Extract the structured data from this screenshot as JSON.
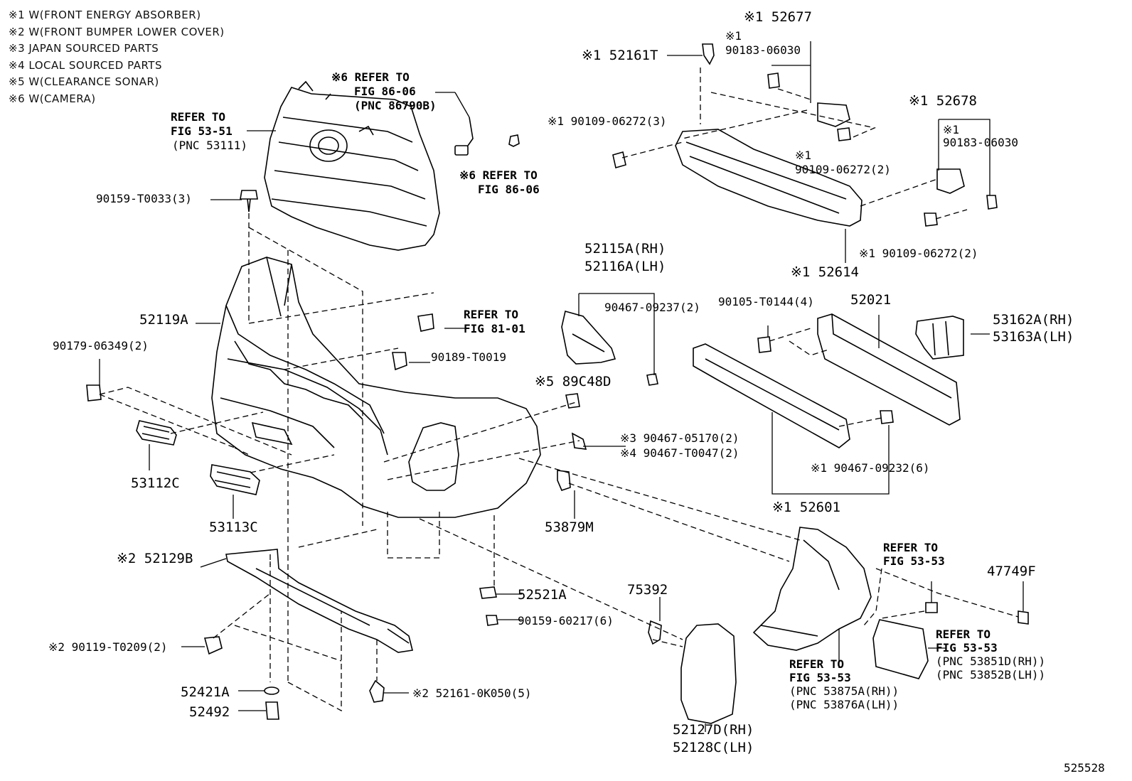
{
  "notes": [
    "※1 W(FRONT ENERGY ABSORBER)",
    "※2 W(FRONT BUMPER LOWER COVER)",
    "※3 JAPAN SOURCED PARTS",
    "※4 LOCAL SOURCED PARTS",
    "※5 W(CLEARANCE SONAR)",
    "※6 W(CAMERA)"
  ],
  "refs": {
    "grille": [
      "REFER TO",
      "FIG 53-51",
      "(PNC 53111)"
    ],
    "camera_top": [
      "※6 REFER TO",
      "FIG 86-06",
      "(PNC 86790B)"
    ],
    "camera_side": [
      "※6 REFER TO",
      "FIG 86-06"
    ],
    "clip_81": [
      "REFER TO",
      "FIG 81-01"
    ],
    "fig5353_top": [
      "REFER TO",
      "FIG 53-53"
    ],
    "fig5353_liner": [
      "REFER TO",
      "FIG 53-53",
      "(PNC 53875A(RH))",
      "(PNC 53876A(LH))"
    ],
    "fig5353_flap": [
      "REFER TO",
      "FIG 53-53",
      "(PNC 53851D(RH))",
      "(PNC 53852B(LH))"
    ]
  },
  "labels": {
    "p52677": "※1 52677",
    "p90183_a1": "※1",
    "p90183_a2": "90183-06030",
    "p52161T": "※1 52161T",
    "p90109_a": "※1 90109-06272(3)",
    "p90109_b1": "※1",
    "p90109_b2": "90109-06272(2)",
    "p52678": "※1 52678",
    "p90183_b1": "※1",
    "p90183_b2": "90183-06030",
    "p90109_c": "※1 90109-06272(2)",
    "p52614": "※1 52614",
    "p90159_T0033": "90159-T0033(3)",
    "p52119A": "52119A",
    "p90179": "90179-06349(2)",
    "p90189": "90189-T0019",
    "p52115A": "52115A(RH)",
    "p52116A": "52116A(LH)",
    "p90467_09237": "90467-09237(2)",
    "p90105": "90105-T0144(4)",
    "p52021": "52021",
    "p53162A": "53162A(RH)",
    "p53163A": "53163A(LH)",
    "p89C48D": "※5 89C48D",
    "p90467_05170": "※3 90467-05170(2)",
    "p90467_T0047": "※4 90467-T0047(2)",
    "p90467_09232": "※1 90467-09232(6)",
    "p52601": "※1 52601",
    "p53112C": "53112C",
    "p53113C": "53113C",
    "p53879M": "53879M",
    "p52129B": "※2 52129B",
    "p52521A": "52521A",
    "p90159_60217": "90159-60217(6)",
    "p75392": "75392",
    "p47749F": "47749F",
    "p90119": "※2 90119-T0209(2)",
    "p52421A": "52421A",
    "p52492": "52492",
    "p52161_0K050": "※2 52161-0K050(5)",
    "p52127D": "52127D(RH)",
    "p52128C": "52128C(LH)",
    "diagram_id": "525528"
  }
}
